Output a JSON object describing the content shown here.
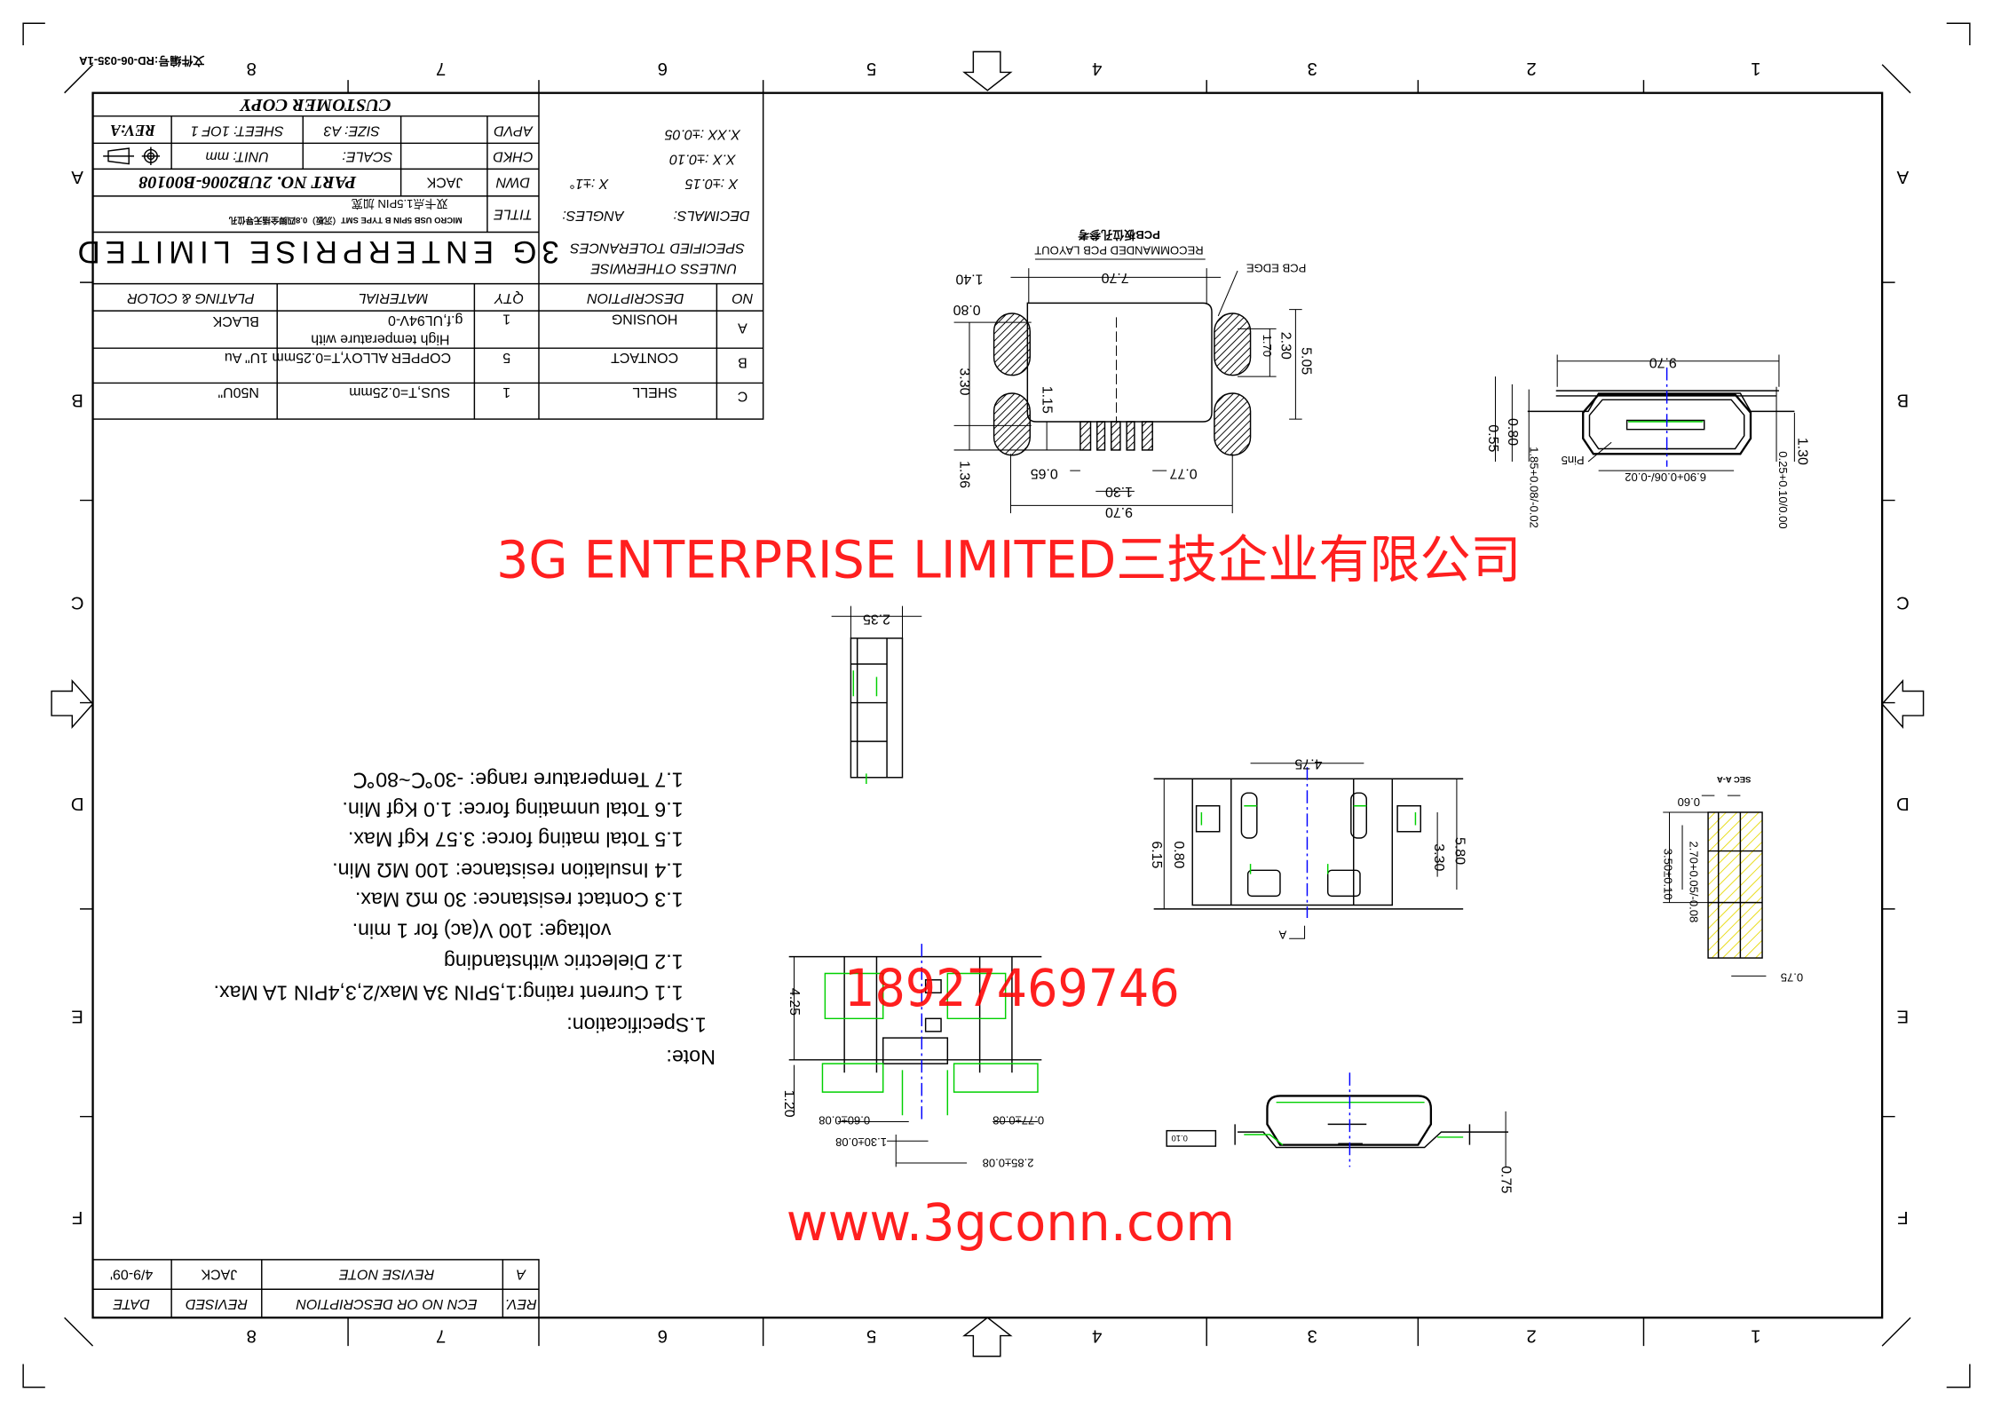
{
  "file_number": "文件编号:RD-06-035-1A",
  "zones": {
    "columns": [
      "8",
      "7",
      "6",
      "5",
      "4",
      "3",
      "2",
      "1"
    ],
    "rows": [
      "A",
      "B",
      "C",
      "D",
      "E",
      "F"
    ]
  },
  "title_block": {
    "customer_copy": "CUSTOMER COPY",
    "apvd_label": "APVD",
    "chkd_label": "CHKD",
    "dwn_label": "DWN",
    "title_label": "TITLE",
    "size": "SIZE: A3",
    "sheet": "SHEET: 1OF 1",
    "rev": "REV:A",
    "scale": "SCALE:",
    "unit": "UNIT: mm",
    "drawn_by": "JACK",
    "part_no": "PART NO. 2UB2006-B00108",
    "title_line1": "MICRO USB 5PIN B TYPE SMT（沉板）0.8四脚全插无导位孔",
    "title_line2": "双卡点1.5PIN 加宽",
    "company": "3G ENTERPRISE LIMITED",
    "projection_icon": "first-angle-projection-icon"
  },
  "tolerances": {
    "line1": "UNLESS OTHERWISE",
    "line2": "SPECIFIED TOLERANCES",
    "decimals": "DECIMALS:",
    "angles": "ANGLES:",
    "x": "X    :±0.15",
    "angle_x": "X  :±1°",
    "xx": "X.X   :±0.10",
    "xxx": "X.XX  :±0.05"
  },
  "bom": {
    "headers": [
      "NO",
      "DESCRIPTION",
      "QTY",
      "MATERIAL",
      "PLATING & COLOR"
    ],
    "rows": [
      {
        "no": "A",
        "description": "HOUSING",
        "qty": "1",
        "material": "High temperature with",
        "material2": "g.f,UL94V-0",
        "plating": "BLACK"
      },
      {
        "no": "B",
        "description": "CONTACT",
        "qty": "5",
        "material": "COPPER ALLOY,T=0.25mm 1U\" Au",
        "material2": "",
        "plating": ""
      },
      {
        "no": "C",
        "description": "SHELL",
        "qty": "1",
        "material": "SUS,T=0.25mm",
        "material2": "",
        "plating": "N50U\""
      }
    ]
  },
  "revision": {
    "headers": [
      "REV.",
      "ECN NO OR DESCRIPTION",
      "REVISED",
      "DATE"
    ],
    "rows": [
      {
        "rev": "A",
        "description": "REVISE NOTE",
        "revised": "JACK",
        "date": "4/9-09'"
      }
    ]
  },
  "notes": {
    "title": "Note:",
    "section": "1.Specification:",
    "lines": [
      "1.1 Current rating:1,5PIN 3A Max/2,3,4PIN 1A Max.",
      "1.2 Dielectric withstanding",
      "voltage:  100 V(ac) for 1 min.",
      "1.3 Contact resistance:  30 mΩ Max.",
      "1.4 Insulation resistance:  100 MΩ Min.",
      "1.5 Total mating force:  3.57 Kgf Max.",
      "1.6 Total unmating force:  1.0 Kgf Min.",
      "1.7 Temperature range:  -30℃~80℃"
    ]
  },
  "pcb_layout": {
    "title": "RECOMMANDED PCB LAYOUT",
    "subtitle": "PCB板位孔参考",
    "pcb_edge": "PCB EDGE",
    "dims": [
      "7.70",
      "1.40",
      "0.80",
      "3.30",
      "1.36",
      "1.15",
      "2.30",
      "1.70",
      "5.05",
      "0.65",
      "0.77",
      "1.30",
      "9.70"
    ]
  },
  "front_view": {
    "dims": [
      "9.70",
      "0.80",
      "0.55",
      "1.85+0.08/-0.02",
      "6.90+0.06/-0.02",
      "0.25+0.10/0.00",
      "1.30"
    ],
    "pin_label": "Pin5"
  },
  "side_view": {
    "dims": [
      "2.35"
    ]
  },
  "top_view": {
    "dims": [
      "4.75",
      "6.15",
      "0.80",
      "5.80",
      "3.30"
    ],
    "section_mark": "A"
  },
  "section_view": {
    "title": "SEC A-A",
    "dims": [
      "0.60",
      "2.70+0.05/-0.08",
      "3.50±0.10",
      "0.75"
    ]
  },
  "bottom_view": {
    "dims": [
      "4.25",
      "1.20",
      "0.60±0.08",
      "0.77±0.08",
      "1.30±0.08",
      "2.85±0.08"
    ]
  },
  "end_view": {
    "dims": [
      "0.10",
      "0.75"
    ]
  },
  "watermark": {
    "company": "3G ENTERPRISE LIMITED三技企业有限公司",
    "phone": "18927469746",
    "website": "www.3gconn.com",
    "color": "#ff0000"
  }
}
